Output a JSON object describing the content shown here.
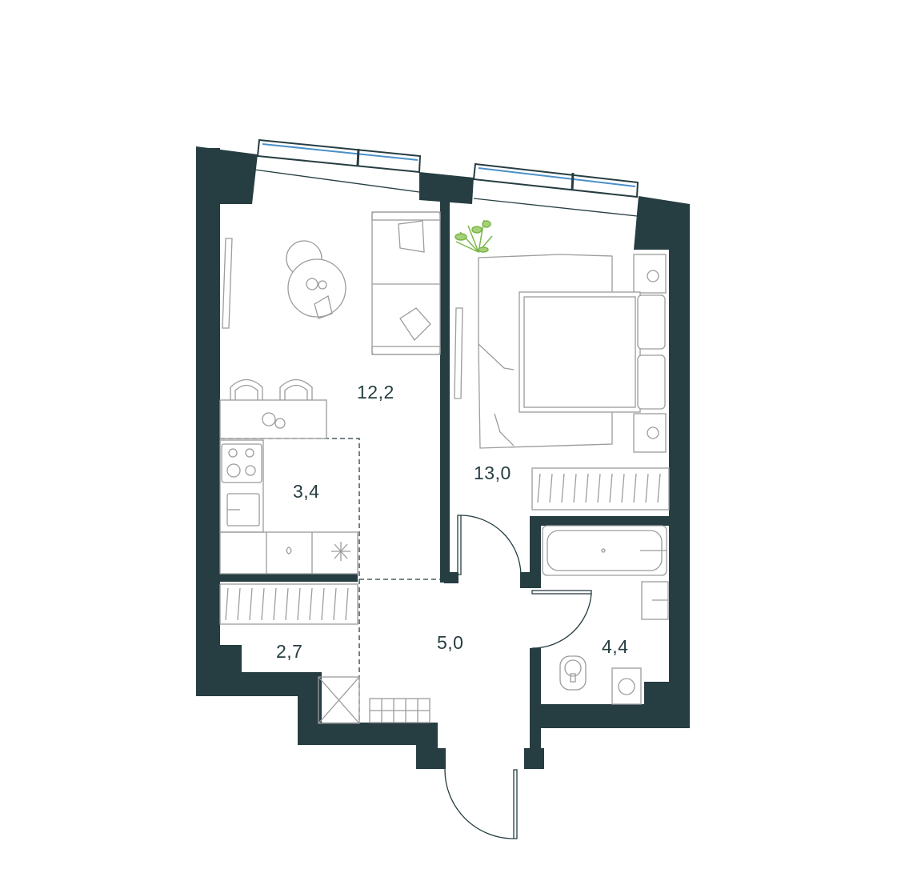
{
  "rooms": [
    {
      "id": "living",
      "area": "12,2"
    },
    {
      "id": "kitchen",
      "area": "3,4"
    },
    {
      "id": "bedroom",
      "area": "13,0"
    },
    {
      "id": "storage",
      "area": "2,7"
    },
    {
      "id": "hall",
      "area": "5,0"
    },
    {
      "id": "bathroom",
      "area": "4,4"
    }
  ],
  "colors": {
    "wall": "#263d42",
    "furniture": "#9c9c9c",
    "glass": "#4a90c8",
    "plant": "#7ab648"
  }
}
